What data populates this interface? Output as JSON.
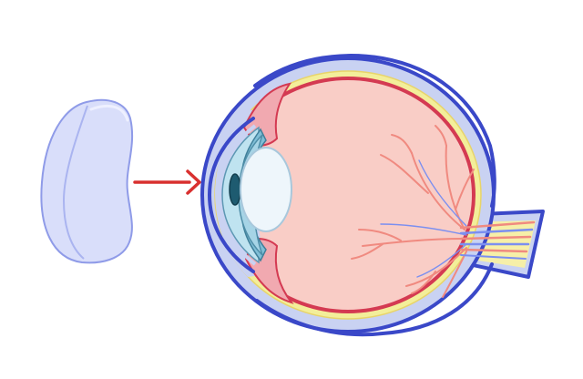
{
  "diagram": {
    "parts": [
      "contact-lens",
      "arrow",
      "cornea",
      "iris",
      "pupil",
      "crystalline-lens",
      "vitreous-body",
      "retina",
      "choroid",
      "sclera",
      "retinal-vessels",
      "optic-nerve"
    ],
    "colors": {
      "sclera_outline": "#3a48c8",
      "sclera_fill": "#c9d2f2",
      "choroid": "#f3ee9a",
      "retina": "#d43a52",
      "vitreous": "#f9cdc6",
      "ciliary": "#f1a9b0",
      "cornea": "#bfe3f0",
      "iris": "#7fbed6",
      "pupil": "#1e5b70",
      "lens": "#eef6fb",
      "vessel_red": "#f08a80",
      "vessel_blue": "#7b8ff0",
      "contact_lens": "#d9defa",
      "arrow": "#d9302f"
    }
  }
}
